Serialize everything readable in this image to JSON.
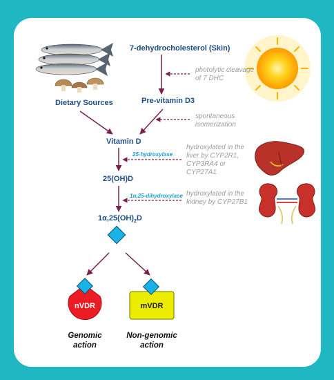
{
  "nodes": {
    "dhc": "7-dehydrocholesterol (Skin)",
    "pre_vitd3": "Pre-vitamin D3",
    "dietary": "Dietary Sources",
    "vitd": "Vitamin D",
    "oh_d_prefix": "25(OH)D",
    "calcitriol_main": "1α,25(OH)",
    "calcitriol_sub": "2",
    "calcitriol_end": "D"
  },
  "annotations": {
    "photolytic": "photolytic cleavage of 7 DHC",
    "spontaneous": "spontaneous isomerization",
    "liver": "hydroxylated in the liver by CYP2R1, CYP3RA4 or CYP27A1",
    "kidney": "hydroxylated in the kidney by CYP27B1"
  },
  "enzymes": {
    "hydroxylase25": "25-hydroxylase",
    "dihydroxylase": "1α,25-dihydroxylase"
  },
  "receptors": {
    "nvdr": "nVDR",
    "mvdr": "mVDR"
  },
  "actions": {
    "genomic_1": "Genomic",
    "genomic_2": "action",
    "nongenomic_1": "Non-genomic",
    "nongenomic_2": "action"
  },
  "colors": {
    "background": "#1eb7c2",
    "arrow": "#7a1f4e",
    "ligand": "#17b3e6",
    "nvdr": "#ec1c24",
    "mvdr": "#ecec00",
    "node_text": "#1c4e84"
  },
  "icons": [
    "fish-icon",
    "mushroom-icon",
    "sun-icon",
    "liver-icon",
    "kidney-icon"
  ]
}
